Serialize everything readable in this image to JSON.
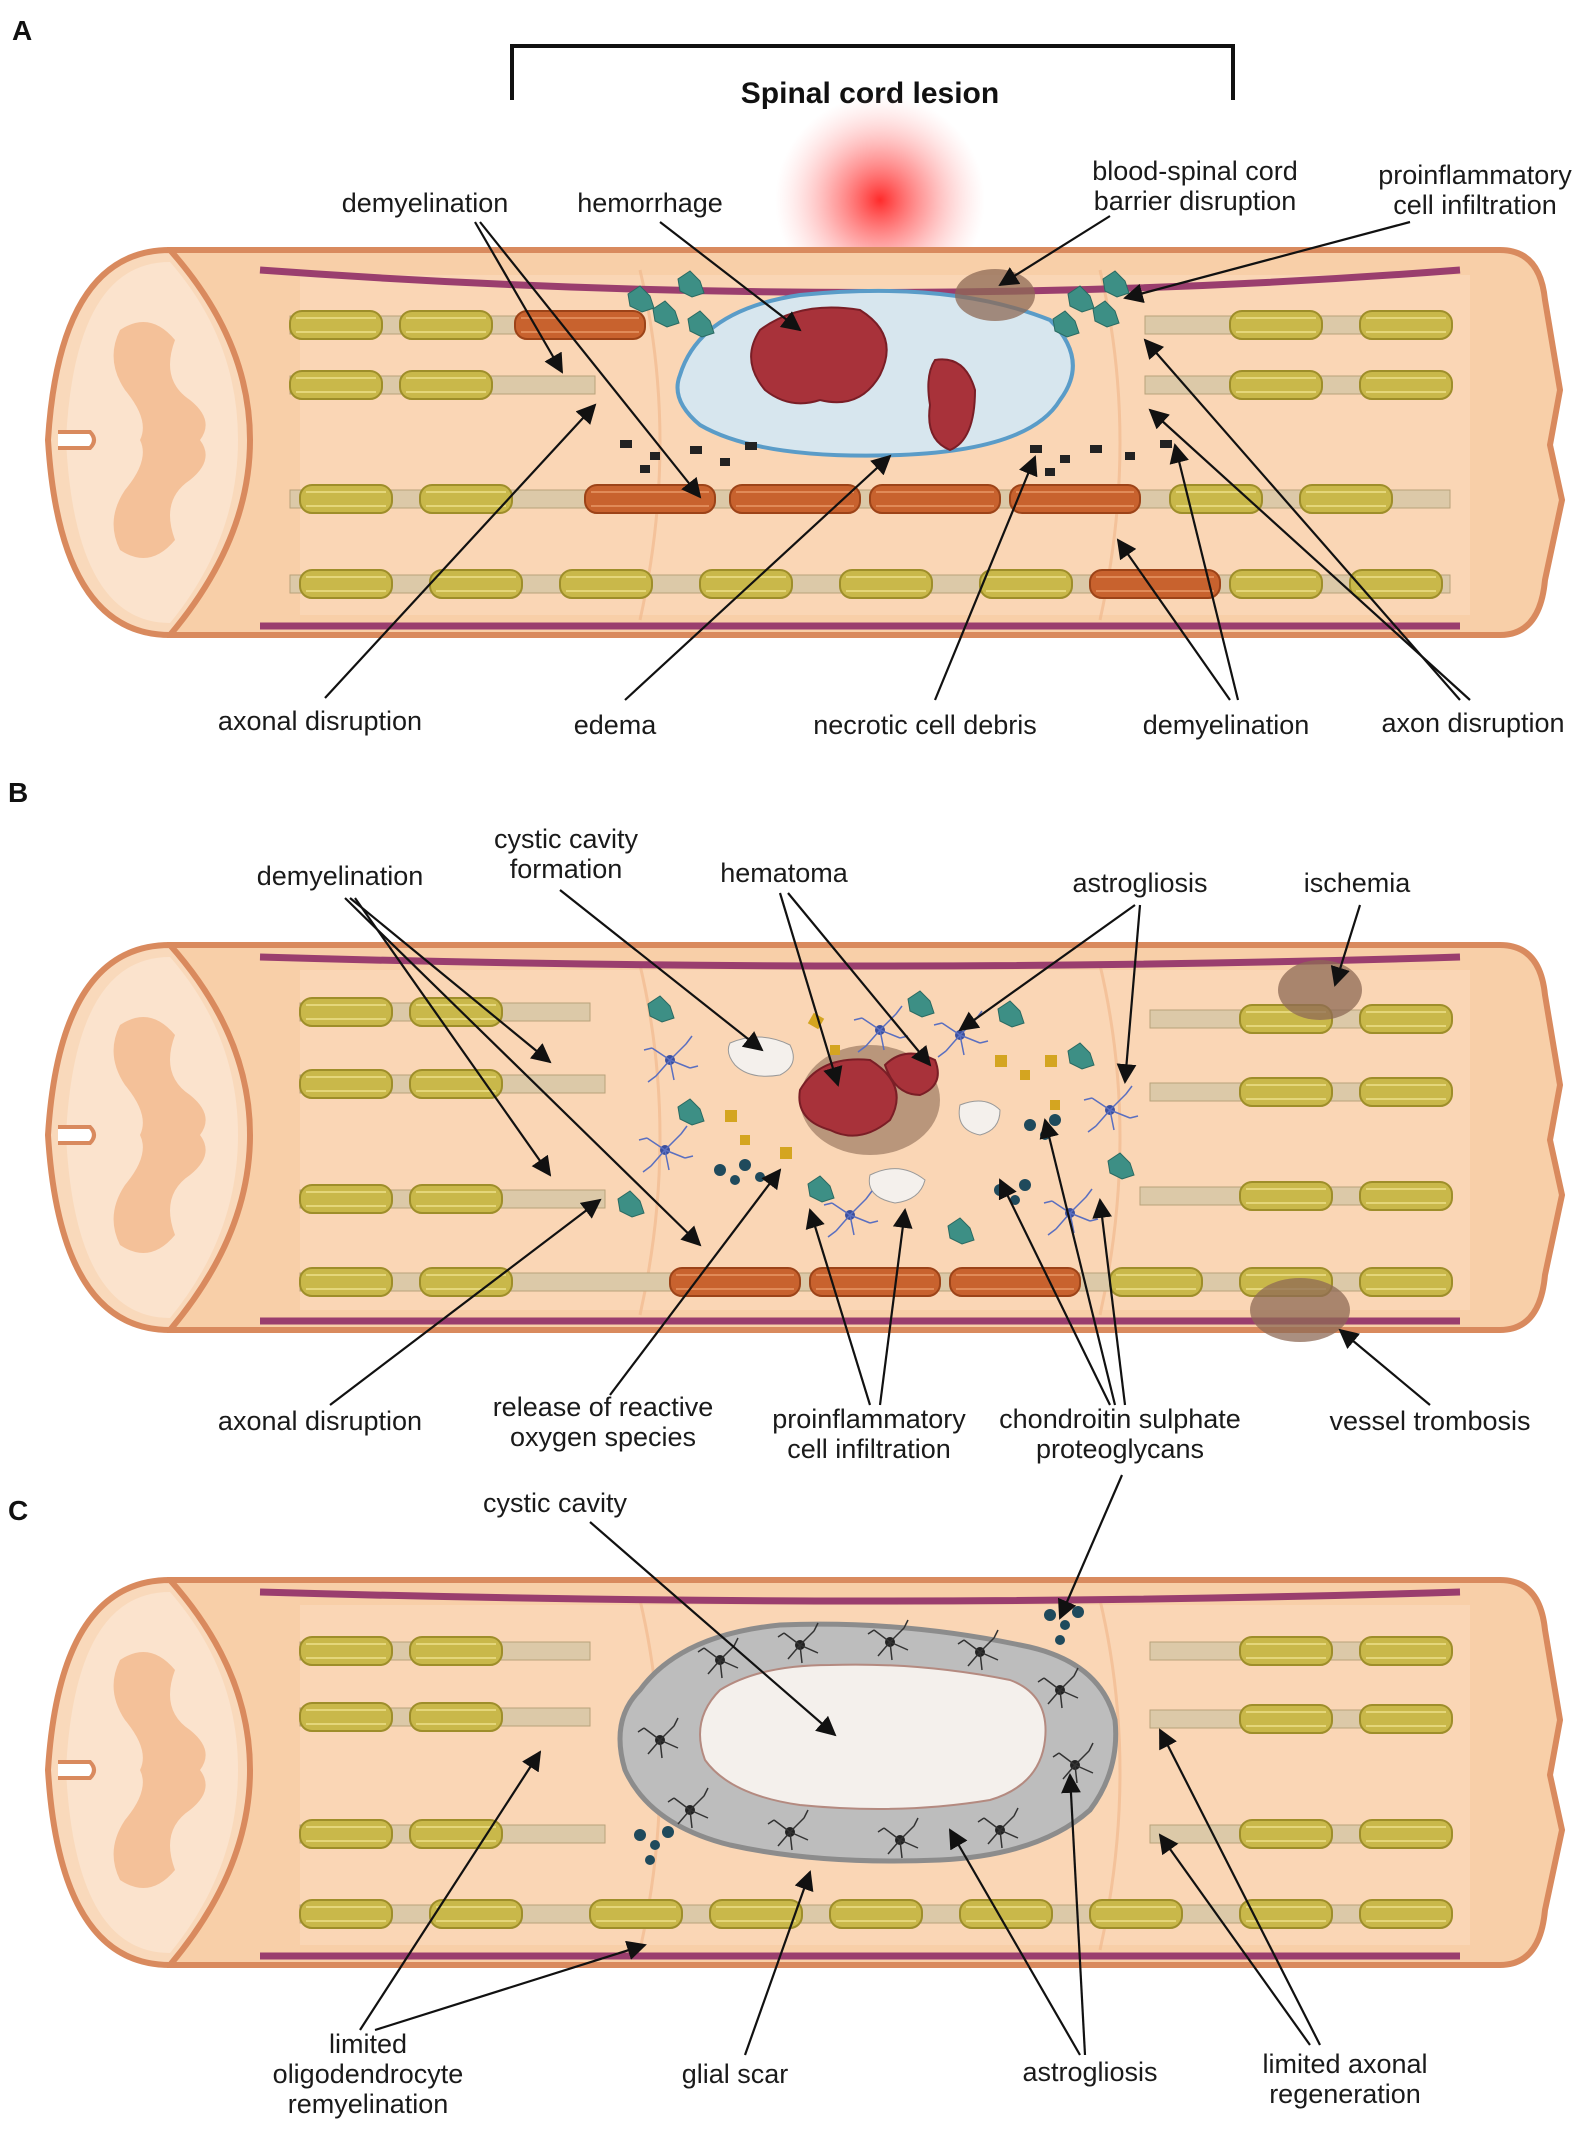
{
  "colors": {
    "tissue": "#f8cfa8",
    "tissue_light": "#fbe0c6",
    "outline": "#d98a5e",
    "vessel": "#9a3e6e",
    "myelin": "#c9b84a",
    "axon": "#dcc9a8",
    "demyelinated": "#c8622e",
    "hemorrhage": "#a8323a",
    "edema": "#d7e6ee",
    "astrocyte": "#3b4f9e",
    "microglia": "#3d8f85",
    "scar": "#bdbdbd"
  },
  "panels": {
    "a": {
      "letter": "A",
      "title": "Spinal cord lesion",
      "labels": {
        "demyelination_top": "demyelination",
        "hemorrhage": "hemorrhage",
        "bscb_1": "blood-spinal cord",
        "bscb_2": "barrier disruption",
        "proinflam_1": "proinflammatory",
        "proinflam_2": "cell infiltration",
        "axonal_disruption": "axonal disruption",
        "edema": "edema",
        "necrotic": "necrotic cell debris",
        "demyelination_bottom": "demyelination",
        "axon_disruption": "axon disruption"
      }
    },
    "b": {
      "letter": "B",
      "labels": {
        "demyelination": "demyelination",
        "cystic_1": "cystic cavity",
        "cystic_2": "formation",
        "hematoma": "hematoma",
        "astrogliosis": "astrogliosis",
        "ischemia": "ischemia",
        "axonal_disruption": "axonal disruption",
        "ros_1": "release of reactive",
        "ros_2": "oxygen species",
        "proinflam_1": "proinflammatory",
        "proinflam_2": "cell infiltration",
        "cspg_1": "chondroitin sulphate",
        "cspg_2": "proteoglycans",
        "thrombosis": "vessel trombosis"
      }
    },
    "c": {
      "letter": "C",
      "labels": {
        "cystic_cavity": "cystic cavity",
        "oligo_1": "limited",
        "oligo_2": "oligodendrocyte",
        "oligo_3": "remyelination",
        "glial_scar": "glial scar",
        "astrogliosis": "astrogliosis",
        "regen_1": "limited axonal",
        "regen_2": "regeneration"
      }
    }
  }
}
